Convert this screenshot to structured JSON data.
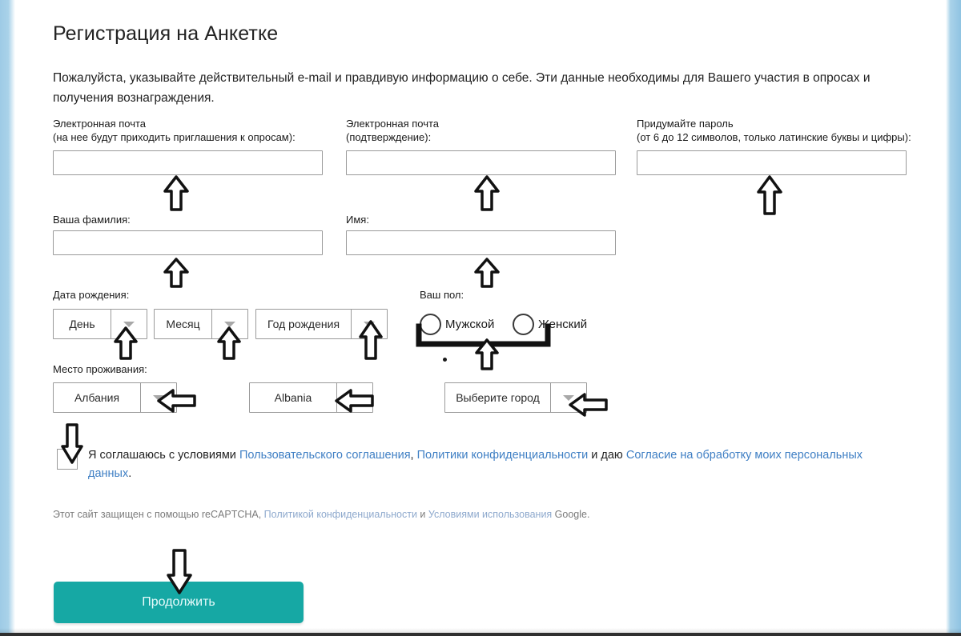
{
  "page": {
    "title": "Регистрация на Анкетке",
    "intro": "Пожалуйста, указывайте действительный e-mail и правдивую информацию о себе. Эти данные необходимы для Вашего участия в опросах и получения вознаграждения.",
    "frame_color": "#9ecbe6",
    "accent_color": "#16a8a4",
    "link_color": "#3f7fc4"
  },
  "fields": {
    "email": {
      "label": "Электронная почта\n(на нее будут приходить приглашения к опросам):",
      "value": "",
      "placeholder": ""
    },
    "email_confirm": {
      "label": "Электронная почта\n(подтверждение):",
      "value": "",
      "placeholder": ""
    },
    "password": {
      "label": "Придумайте пароль\n(от 6 до 12 символов, только латинские буквы и цифры):",
      "value": "",
      "placeholder": ""
    },
    "last_name": {
      "label": "Ваша фамилия:",
      "value": "",
      "placeholder": ""
    },
    "first_name": {
      "label": "Имя:",
      "value": "",
      "placeholder": ""
    }
  },
  "birth": {
    "label": "Дата рождения:",
    "day": {
      "selected": "День"
    },
    "month": {
      "selected": "Месяц"
    },
    "year": {
      "selected": "Год рождения"
    }
  },
  "gender": {
    "label": "Ваш пол:",
    "options": [
      {
        "label": "Мужской",
        "checked": false
      },
      {
        "label": "Женский",
        "checked": false
      }
    ]
  },
  "location": {
    "label": "Место проживания:",
    "country_ru": {
      "selected": "Албания"
    },
    "country_en": {
      "selected": "Albania"
    },
    "city": {
      "selected": "Выберите город"
    }
  },
  "agreement": {
    "checked": false,
    "parts": [
      {
        "text": "Я соглашаюсь с условиями ",
        "link": false
      },
      {
        "text": "Пользовательского соглашения",
        "link": true
      },
      {
        "text": ", ",
        "link": false
      },
      {
        "text": "Политики конфиденциальности",
        "link": true
      },
      {
        "text": " и даю ",
        "link": false
      },
      {
        "text": "Согласие на обработку моих персональных данных",
        "link": true
      },
      {
        "text": ".",
        "link": false
      }
    ]
  },
  "recaptcha": {
    "parts": [
      {
        "text": "Этот сайт защищен с помощью reCAPTCHA, ",
        "link": false
      },
      {
        "text": "Политикой конфиденциальности",
        "link": true
      },
      {
        "text": " и ",
        "link": false
      },
      {
        "text": "Условиями использования",
        "link": true
      },
      {
        "text": " Google.",
        "link": false
      }
    ]
  },
  "submit": {
    "label": "Продолжить"
  },
  "annotations": {
    "count": 12,
    "kind": "outline-block-arrow",
    "targets": [
      "email-input",
      "email-confirm-input",
      "password-input",
      "last-name-input",
      "first-name-input",
      "birth-day-select",
      "birth-month-select",
      "birth-year-select",
      "gender-group",
      "country-ru-select",
      "country-en-select",
      "city-select",
      "agreement-checkbox",
      "submit-button"
    ]
  }
}
